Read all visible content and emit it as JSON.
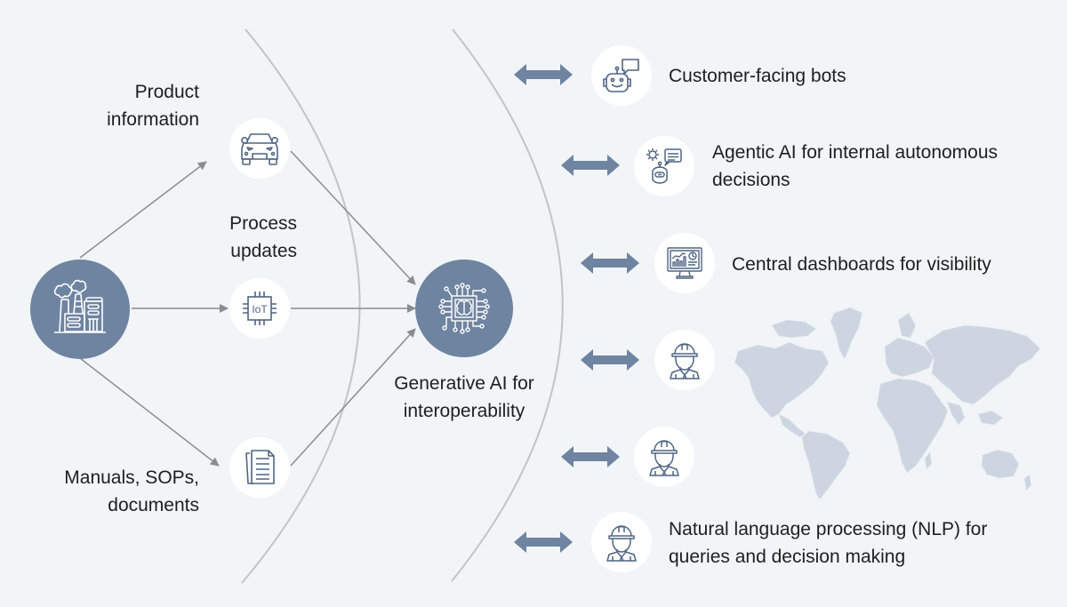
{
  "colors": {
    "background": "#f2f5f8",
    "hub_fill": "#6e84a0",
    "icon_stroke": "#4f6584",
    "arrow_gray": "#8c8c8c",
    "arc_gray": "#c4c4c4",
    "double_arrow": "#6e84a0",
    "map_fill": "#cdd5e0",
    "text": "#1e1e1e"
  },
  "source": {
    "name": "factory",
    "icon": "factory-icon"
  },
  "inputs": [
    {
      "id": "product-information",
      "label_lines": [
        "Product",
        "information"
      ],
      "icon": "car-icon"
    },
    {
      "id": "process-updates",
      "label_lines": [
        "Process",
        "updates"
      ],
      "icon": "iot-chip-icon",
      "icon_text": "IoT"
    },
    {
      "id": "manuals-sops-documents",
      "label_lines": [
        "Manuals, SOPs,",
        "documents"
      ],
      "icon": "documents-icon"
    }
  ],
  "hub": {
    "icon": "ai-brain-chip-icon",
    "label_lines": [
      "Generative AI for",
      "interoperability"
    ]
  },
  "outputs": [
    {
      "id": "customer-facing-bots",
      "icon": "chatbot-icon",
      "label_lines": [
        "Customer-facing bots"
      ]
    },
    {
      "id": "agentic-ai",
      "icon": "agentic-robot-icon",
      "label_lines": [
        "Agentic AI for internal autonomous",
        "decisions"
      ]
    },
    {
      "id": "central-dashboards",
      "icon": "dashboard-monitor-icon",
      "label_lines": [
        "Central dashboards for visibility"
      ]
    },
    {
      "id": "worker-1",
      "icon": "worker-icon",
      "label_lines": []
    },
    {
      "id": "worker-2",
      "icon": "worker-icon",
      "label_lines": []
    },
    {
      "id": "nlp",
      "icon": "worker-icon",
      "label_lines": [
        "Natural language processing (NLP) for",
        "queries and decision making"
      ]
    }
  ],
  "background_map": {
    "icon": "world-map-icon"
  }
}
